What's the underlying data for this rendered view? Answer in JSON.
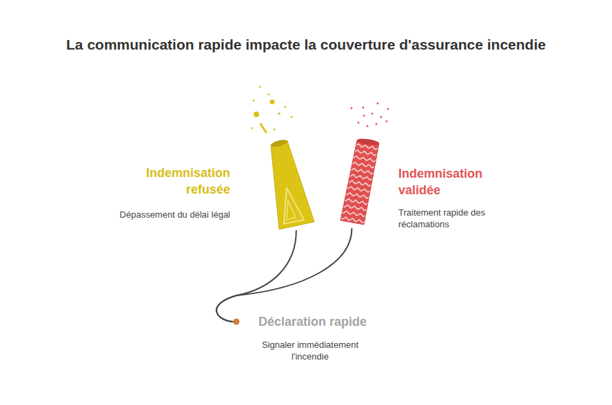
{
  "diagram": {
    "title": "La communication rapide impacte la couverture d'assurance incendie",
    "nodes": [
      {
        "text": [
          "Indemnisation refusée",
          "Dépassement du délai légal"
        ]
      },
      {
        "text": [
          "Indemnisation validée",
          "Traitement rapide des réclamations"
        ]
      },
      {
        "text": [
          "Déclaration rapide",
          "Signaler immédiatement l'incendie"
        ]
      }
    ],
    "edges": [
      {
        "from": 2,
        "to": 0,
        "arrow": "none"
      },
      {
        "from": 2,
        "to": 1,
        "arrow": "none"
      }
    ]
  }
}
